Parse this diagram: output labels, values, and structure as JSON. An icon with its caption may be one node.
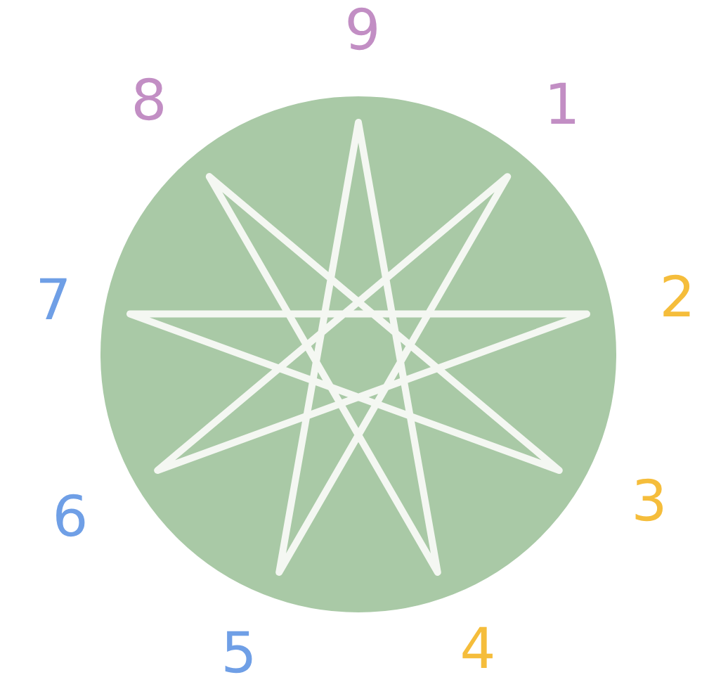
{
  "diagram": {
    "labels": [
      "9",
      "8",
      "1",
      "7",
      "2",
      "6",
      "3",
      "5",
      "4"
    ]
  }
}
